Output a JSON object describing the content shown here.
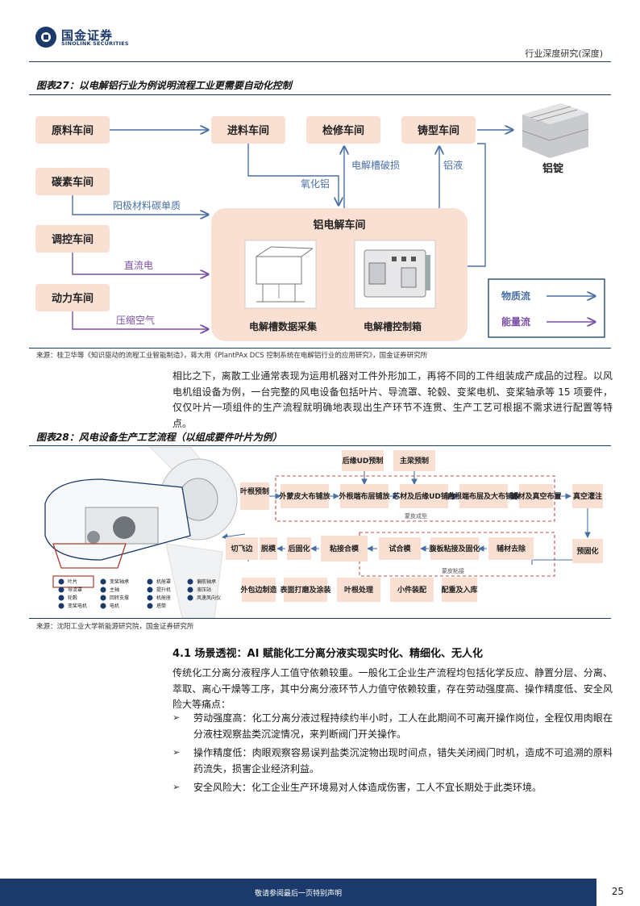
{
  "header": {
    "logo_cn": "国金证券",
    "logo_en": "SINOLINK SECURITIES",
    "report_type": "行业深度研究(深度)"
  },
  "figure27": {
    "title": "图表27：以电解铝行业为例说明流程工业更需要自动化控制",
    "boxes": {
      "raw": "原料车间",
      "feed": "进料车间",
      "repair": "检修车间",
      "cast": "铸型车间",
      "carbon": "碳素车间",
      "control": "调控车间",
      "power": "动力车间",
      "cell_hall": "铝电解车间",
      "data_acq": "电解槽数据采集",
      "ctrl_box": "电解槽控制箱",
      "ingot": "铝锭"
    },
    "edge_labels": {
      "alumina": "氧化铝",
      "cell_break": "电解槽破损",
      "liquid_al": "铝液",
      "anode": "阳极材料碳单质",
      "dc": "直流电",
      "air": "压缩空气"
    },
    "legend": {
      "material": "物质流",
      "energy": "能量流"
    },
    "colors": {
      "material": "#4a6fa5",
      "energy": "#7b4fa8",
      "box": "#f9e0d3"
    },
    "source": "来源：桂卫华等《知识驱动的流程工业智能制造》，蒋大用《PlantPAx DCS 控制系统在电解铝行业的应用研究》，国金证券研究所"
  },
  "paragraph1": "相比之下，离散工业通常表现为运用机器对工件外形加工，再将不同的工件组装成产成品的过程。以风电机组设备为例，一台完整的风电设备包括叶片、导流罩、轮毂、变桨电机、变桨轴承等 15 项要件，仅仅叶片一项组件的生产流程就明确地表现出生产环节不连贯、生产工艺可根据不需求进行配置等特点。",
  "figure28": {
    "title": "图表28：风电设备生产工艺流程（以组成要件叶片为例）",
    "steps": {
      "root_prefab": "叶根预制",
      "outer_skin": "外蒙皮大布铺放",
      "outer_root": "外根端布层铺放",
      "core_ud": "芯材及后缘UD铺放",
      "inner_root": "内根端布层及大布铺放",
      "aux_vac": "辅材及真空布置",
      "vac_inf": "真空灌注",
      "rear_ud": "后缘UD预制",
      "spar": "主梁预制",
      "precure": "预固化",
      "aux_remove": "辅材去除",
      "web_bond": "腹板粘接及固化",
      "trial": "试合模",
      "bond_close": "粘接合模",
      "postcure": "后固化",
      "demold": "脱模",
      "trim": "切飞边",
      "flange": "外包边制造",
      "surface": "表面打磨及涂装",
      "root_proc": "叶根处理",
      "small": "小件装配",
      "weigh": "配重及入库"
    },
    "group_top": "蒙皮成型",
    "group_bottom": "蒙皮粘接",
    "legend_items": [
      {
        "n": "1",
        "t": "叶片"
      },
      {
        "n": "2",
        "t": "导流罩"
      },
      {
        "n": "3",
        "t": "轮毂"
      },
      {
        "n": "4",
        "t": "变桨电机"
      },
      {
        "n": "5",
        "t": "变桨轴承"
      },
      {
        "n": "6",
        "t": "主轴"
      },
      {
        "n": "7",
        "t": "回转支撑"
      },
      {
        "n": "8",
        "t": "电机"
      },
      {
        "n": "9",
        "t": "机舱罩"
      },
      {
        "n": "10",
        "t": "提升机"
      },
      {
        "n": "11",
        "t": "机舱座"
      },
      {
        "n": "12",
        "t": "塔筒"
      },
      {
        "n": "13",
        "t": "偏航轴承"
      },
      {
        "n": "14",
        "t": "液压站"
      },
      {
        "n": "15",
        "t": "风速风向仪"
      }
    ],
    "colors": {
      "box": "#f9e0d3",
      "arrow": "#4a6fa5",
      "group": "#c0504d"
    },
    "source": "来源：沈阳工业大学新能源研究院，国金证券研究所"
  },
  "section": {
    "title": "4.1 场景透视：AI 赋能化工分离分液实现实时化、精细化、无人化",
    "intro": "传统化工分离分液程序人工值守依赖较重。一般化工企业生产流程均包括化学反应、静置分层、分离、萃取、离心干燥等工序，其中分离分液环节人力值守依赖较重，存在劳动强度高、操作精度低、安全风险大等痛点：",
    "bullets": [
      "劳动强度高：化工分离分液过程持续约半小时，工人在此期间不可离开操作岗位，全程仅用肉眼在分液柱观察盐类沉淀情况，来判断阀门开关操作。",
      "操作精度低：肉眼观察容易误判盐类沉淀物出现时间点，错失关闭阀门时机，造成不可追溯的原料药流失，损害企业经济利益。",
      "安全风险大：化工企业生产环境易对人体造成伤害，工人不宜长期处于此类环境。"
    ],
    "bullet_symbol": "➢"
  },
  "footer": {
    "disclaimer": "敬请参阅最后一页特别声明",
    "page": "25"
  }
}
